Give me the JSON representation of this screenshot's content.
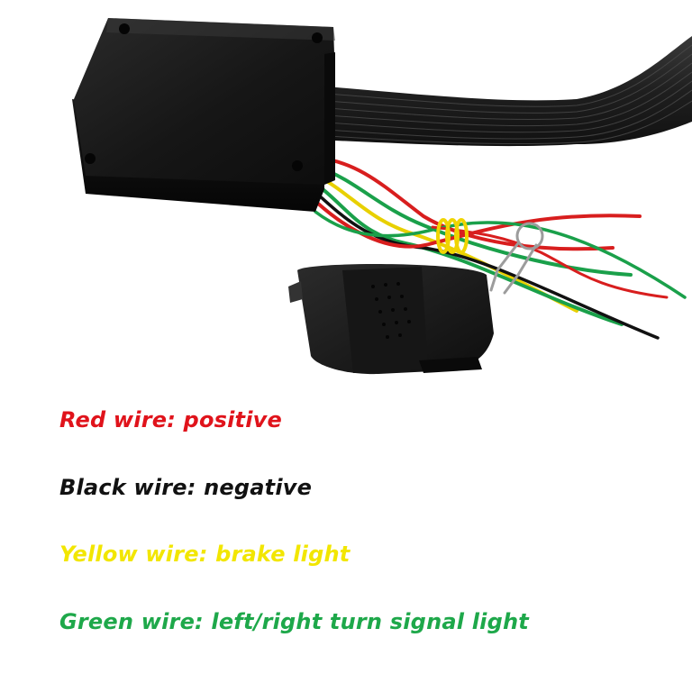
{
  "legend": {
    "red": {
      "text": "Red wire: positive",
      "color": "#e0131b"
    },
    "black": {
      "text": "Black wire: negative",
      "color": "#111111"
    },
    "yellow": {
      "text": "Yellow wire: brake light",
      "color": "#f2e600"
    },
    "green": {
      "text": "Green wire: left/right turn signal light",
      "color": "#1ea84a"
    }
  },
  "photo": {
    "subject": "controller-box-with-remote-and-wires",
    "colors": {
      "box": "#151515",
      "ribbon": "#2a2a2a",
      "wire_red": "#d81e1e",
      "wire_green": "#1aa04a",
      "wire_yellow": "#e8d000",
      "remote": "#1b1b1b"
    }
  }
}
